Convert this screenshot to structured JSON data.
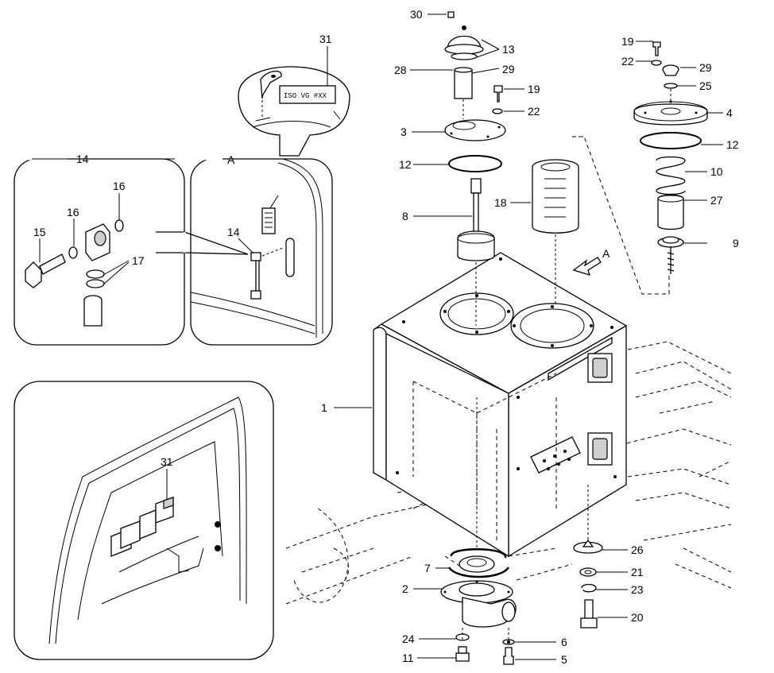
{
  "plate_text": "ISO VG #XX",
  "detail_A_label": "A",
  "view_arrow_label": "A",
  "callouts": {
    "c1": "1",
    "c2": "2",
    "c3": "3",
    "c4": "4",
    "c5": "5",
    "c6": "6",
    "c7": "7",
    "c8": "8",
    "c9": "9",
    "c10": "10",
    "c11": "11",
    "c12a": "12",
    "c12b": "12",
    "c13": "13",
    "c14a": "14",
    "c14b": "14",
    "c15": "15",
    "c16a": "16",
    "c16b": "16",
    "c17": "17",
    "c18": "18",
    "c19a": "19",
    "c19b": "19",
    "c20": "20",
    "c21": "21",
    "c22a": "22",
    "c22b": "22",
    "c23": "23",
    "c24": "24",
    "c25": "25",
    "c26": "26",
    "c27": "27",
    "c28": "28",
    "c29a": "29",
    "c29b": "29",
    "c30": "30",
    "c31a": "31",
    "c31b": "31"
  }
}
